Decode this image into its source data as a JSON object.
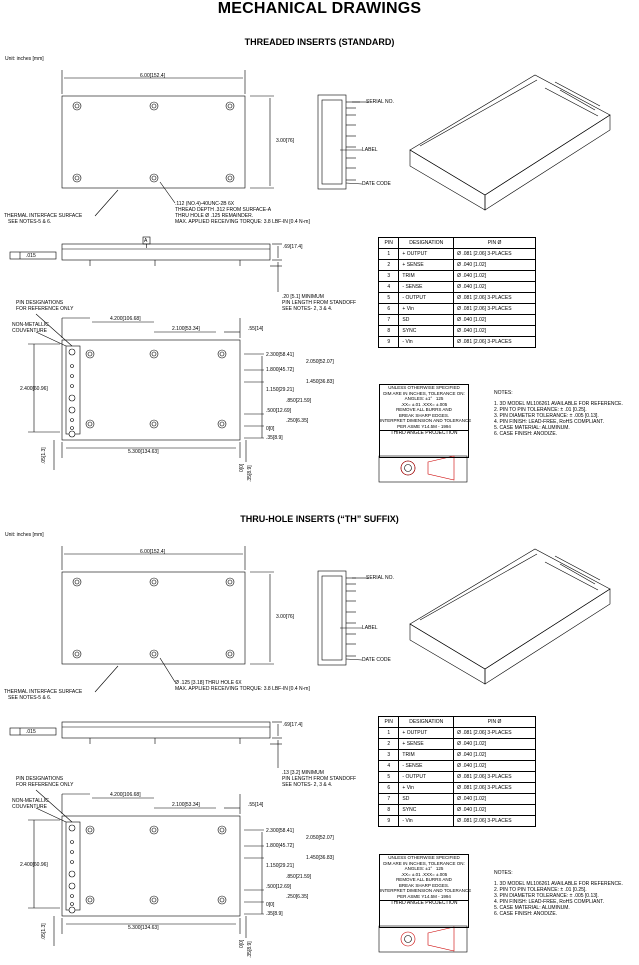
{
  "page_title": "MECHANICAL DRAWINGS",
  "pin_table_header": {
    "pin": "PIN",
    "designation": "DESIGNATION",
    "pin_dia": "PIN Ø"
  },
  "tolerance_block": {
    "line1": "UNLESS OTHERWISE SPECIFIED",
    "line2": "DIM ARE IN INCHES, TOLERANCE ON:",
    "angles": "ANGLES: ±1°",
    "finish": "125",
    "decimals": ".XX= ±.01  .XXX= ±.005",
    "burrs1": "REMOVE ALL BURRS AND",
    "burrs2": "BREAK SHARP EDGES.",
    "interp1": "INTERPRET DIMENSION AND TOLERANCE",
    "interp2": "PER ASME Y14.5M - 1994",
    "projection": "THIRD ANGLE PROJECTION"
  },
  "sections": [
    {
      "subtitle": "THREADED INSERTS (STANDARD)",
      "unit": "Unit: inches [mm]",
      "top_width": "6.00[152.4]",
      "top_height": "3.00[76]",
      "serial": "SERIAL NO.",
      "label": "LABEL",
      "date_code": "DATE CODE",
      "thermal1": "THERMAL INTERFACE SURFACE",
      "thermal2": "SEE NOTES-5 & 6.",
      "insert_lines": [
        ".112 (NO.4)-40UNC-2B 6X",
        "THREAD DEPTH .312 FROM SURFACE-A",
        "THRU HOLE Ø .125 REMAINDER.",
        "MAX. APPLIED RECEIVING TORQUE: 3.8 LBF-IN [0.4 N-m]"
      ],
      "flatness": ".015",
      "datum": "A",
      "side_height": ".69[17.4]",
      "pin_len": [
        ".20 [5.1] MINIMUM",
        "PIN LENGTH FROM STANDOFF",
        "SEE NOTES- 2, 3 & 4."
      ],
      "pin_desig": [
        "PIN DESIGNATIONS",
        "FOR REFERENCE ONLY"
      ],
      "nonmetal": [
        "NON-METALLIC",
        "COUVENTURE"
      ],
      "dim_4200": "4.200[106.68]",
      "dim_2100": "2.100[53.34]",
      "dim_55": ".55[14]",
      "dim_2400": "2.400[60.96]",
      "dim_5300": "5.300[134.63]",
      "dim_05": ".05[1.3]",
      "dim_35b": ".35[8.9]",
      "dim_00b": "0[0]",
      "right_dims": [
        "2.300[58.41]",
        "2.050[52.07]",
        "1.800[45.72]",
        "1.450[36.83]",
        "1.150[29.21]",
        ".850[21.59]",
        ".500[12.69]",
        ".250[6.35]",
        "0[0]",
        ".35[8.9]"
      ],
      "pins": [
        {
          "pin": "1",
          "designation": "+ OUTPUT",
          "dia": "Ø .081 [2.06] 3-PLACES"
        },
        {
          "pin": "2",
          "designation": "+ SENSE",
          "dia": "Ø .040 [1.02]"
        },
        {
          "pin": "3",
          "designation": "TRIM",
          "dia": "Ø .040 [1.02]"
        },
        {
          "pin": "4",
          "designation": "- SENSE",
          "dia": "Ø .040 [1.02]"
        },
        {
          "pin": "5",
          "designation": "- OUTPUT",
          "dia": "Ø .081 [2.06] 3-PLACES"
        },
        {
          "pin": "6",
          "designation": "+ Vin",
          "dia": "Ø .081 [2.06] 3-PLACES"
        },
        {
          "pin": "7",
          "designation": "SD",
          "dia": "Ø .040 [1.02]"
        },
        {
          "pin": "8",
          "designation": "SYNC",
          "dia": "Ø .040 [1.02]"
        },
        {
          "pin": "9",
          "designation": "- Vin",
          "dia": "Ø .081 [2.06] 3-PLACES"
        }
      ],
      "notes_title": "NOTES:",
      "notes": [
        "1. 3D MODEL ML106261 AVAILABLE FOR REFERENCE.",
        "2. PIN TO PIN TOLERANCE: ± .01 [0.25].",
        "3. PIN DIAMETER TOLERANCE: ± .005 [0.13].",
        "4. PIN FINISH: LEAD-FREE, RoHS COMPLIANT.",
        "5. CASE MATERIAL: ALUMINUM.",
        "6. CASE FINISH: ANODIZE."
      ]
    },
    {
      "subtitle": "THRU-HOLE INSERTS (“TH” SUFFIX)",
      "unit": "Unit: inches [mm]",
      "top_width": "6.00[152.4]",
      "top_height": "3.00[76]",
      "serial": "SERIAL NO.",
      "label": "LABEL",
      "date_code": "DATE CODE",
      "thermal1": "THERMAL INTERFACE SURFACE",
      "thermal2": "SEE NOTES-5 & 6.",
      "insert_lines": [
        "Ø .125 [3.18] THRU HOLE 6X",
        "MAX. APPLIED RECEIVING TORQUE: 3.8 LBF-IN [0.4 N-m]"
      ],
      "flatness": ".015",
      "datum": "",
      "side_height": ".69[17.4]",
      "pin_len": [
        ".13 [3.2] MINIMUM",
        "PIN LENGTH FROM STANDOFF",
        "SEE NOTES- 2, 3 & 4."
      ],
      "pin_desig": [
        "PIN DESIGNATIONS",
        "FOR REFERENCE ONLY"
      ],
      "nonmetal": [
        "NON-METALLIC",
        "COUVENTURE"
      ],
      "dim_4200": "4.200[106.68]",
      "dim_2100": "2.100[53.34]",
      "dim_55": ".55[14]",
      "dim_2400": "2.400[60.96]",
      "dim_5300": "5.300[134.63]",
      "dim_05": ".05[1.3]",
      "dim_35b": ".35[8.9]",
      "dim_00b": "0[0]",
      "right_dims": [
        "2.300[58.41]",
        "2.050[52.07]",
        "1.800[45.72]",
        "1.450[36.83]",
        "1.150[29.21]",
        ".850[21.59]",
        ".500[12.69]",
        ".250[6.35]",
        "0[0]",
        ".35[8.9]"
      ],
      "pins": [
        {
          "pin": "1",
          "designation": "+ OUTPUT",
          "dia": "Ø .081 [2.06] 3-PLACES"
        },
        {
          "pin": "2",
          "designation": "+ SENSE",
          "dia": "Ø .040 [1.02]"
        },
        {
          "pin": "3",
          "designation": "TRIM",
          "dia": "Ø .040 [1.02]"
        },
        {
          "pin": "4",
          "designation": "- SENSE",
          "dia": "Ø .040 [1.02]"
        },
        {
          "pin": "5",
          "designation": "- OUTPUT",
          "dia": "Ø .081 [2.06] 3-PLACES"
        },
        {
          "pin": "6",
          "designation": "+ Vin",
          "dia": "Ø .081 [2.06] 3-PLACES"
        },
        {
          "pin": "7",
          "designation": "SD",
          "dia": "Ø .040 [1.02]"
        },
        {
          "pin": "8",
          "designation": "SYNC",
          "dia": "Ø .040 [1.02]"
        },
        {
          "pin": "9",
          "designation": "- Vin",
          "dia": "Ø .081 [2.06] 3-PLACES"
        }
      ],
      "notes_title": "NOTES:",
      "notes": [
        "1. 3D MODEL ML106261 AVAILABLE FOR REFERENCE.",
        "2. PIN TO PIN TOLERANCE: ± .01 [0.25].",
        "3. PIN DIAMETER TOLERANCE: ± .005 [0.13].",
        "4. PIN FINISH: LEAD-FREE, RoHS COMPLIANT.",
        "5. CASE MATERIAL: ALUMINUM.",
        "6. CASE FINISH: ANODIZE."
      ]
    }
  ]
}
